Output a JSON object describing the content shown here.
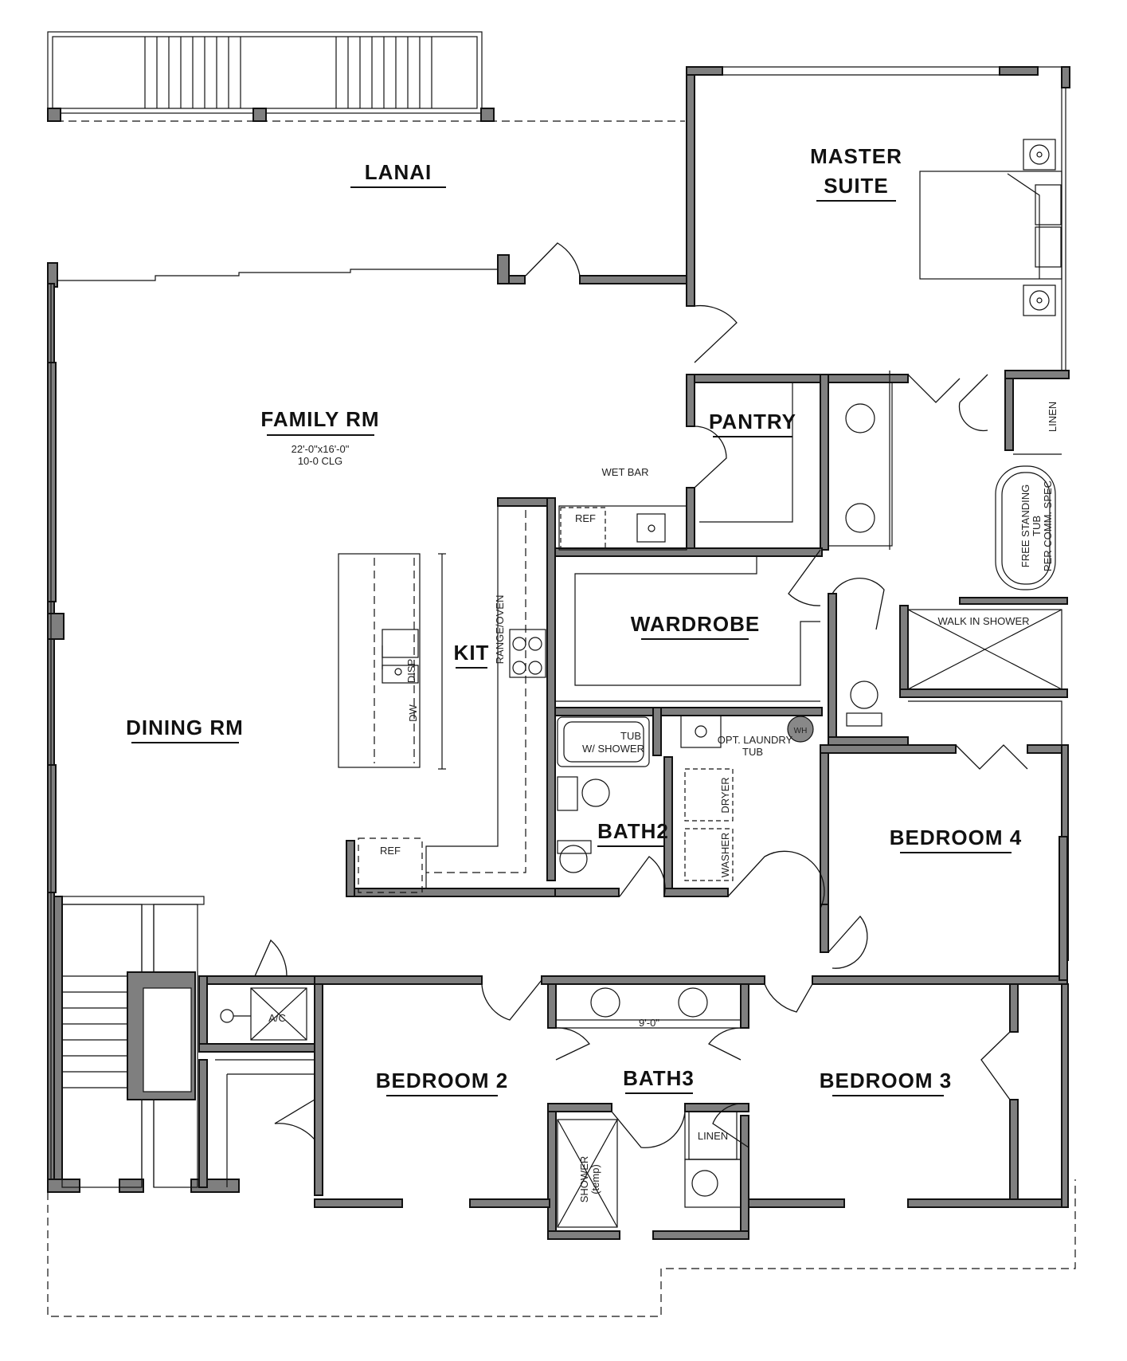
{
  "rooms": {
    "lanai": "LANAI",
    "master_suite_1": "MASTER",
    "master_suite_2": "SUITE",
    "family_rm": "FAMILY RM",
    "family_dims": "22'-0\"x16'-0\"",
    "family_clg": "10-0 CLG",
    "pantry": "PANTRY",
    "linen_master": "LINEN",
    "wet_bar": "WET BAR",
    "ref_bar": "REF",
    "free_tub_1": "FREE STANDING",
    "free_tub_2": "TUB",
    "free_tub_3": "PER COMM. SPEC",
    "wardrobe": "WARDROBE",
    "walk_in_shower": "WALK IN SHOWER",
    "kit": "KIT",
    "range": "RANGE/OVEN",
    "disp": "DISP",
    "dw": "DW",
    "dining_rm": "DINING RM",
    "tub_1": "TUB",
    "tub_2": "W/ SHOWER",
    "bath2": "BATH2",
    "laundry_1": "OPT. LAUNDRY",
    "laundry_2": "TUB",
    "wh": "WH",
    "dryer": "DRYER",
    "washer": "WASHER",
    "ref_kit": "REF",
    "bedroom4": "BEDROOM 4",
    "ac": "A/C",
    "bedroom2": "BEDROOM 2",
    "bath3": "BATH3",
    "bath3_dim": "9'-0\"",
    "bedroom3": "BEDROOM 3",
    "shower_1": "SHOWER",
    "shower_2": "(temp)",
    "linen_bath3": "LINEN"
  }
}
